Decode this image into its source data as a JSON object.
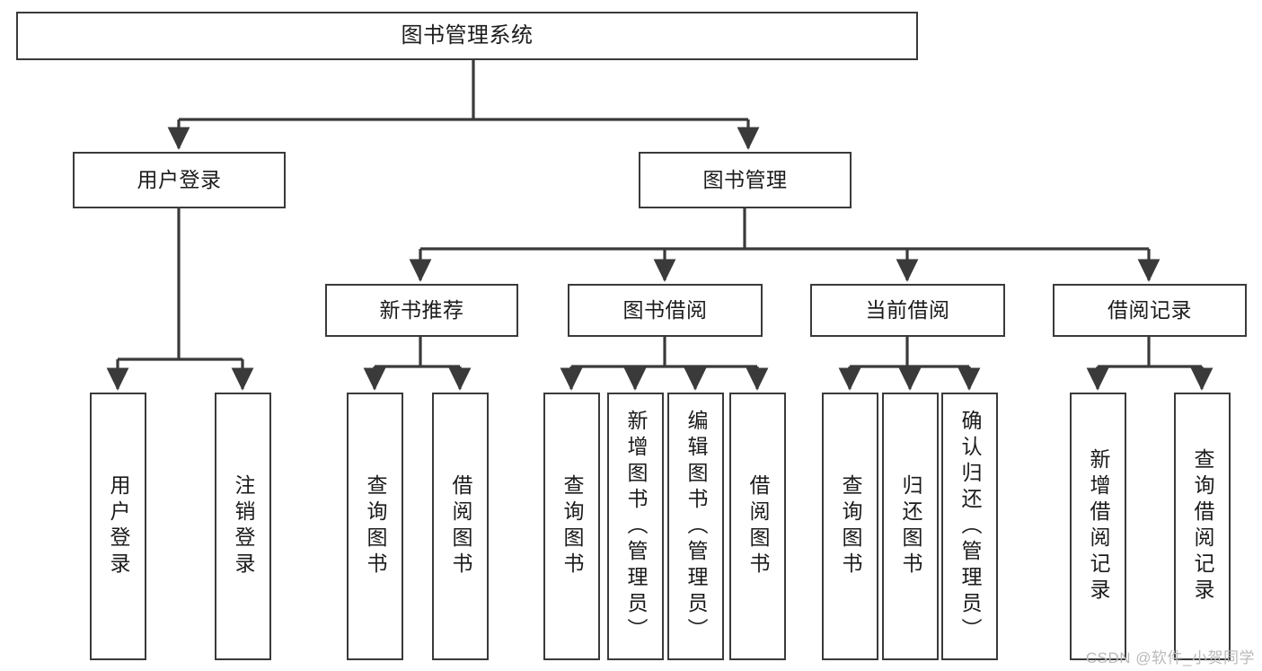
{
  "diagram": {
    "title_text": "图书管理系统",
    "type": "tree-hierarchy-chart",
    "colors": {
      "box_border": "#3a3a3a",
      "box_fill": "#ffffff",
      "connector": "#3a3a3a",
      "text": "#1b1b1b",
      "watermark": "#b9b9b9"
    }
  },
  "nodes": {
    "root": {
      "label": "图书管理系统"
    },
    "level2": [
      {
        "id": "user-login",
        "label": "用户登录"
      },
      {
        "id": "book-management",
        "label": "图书管理"
      }
    ],
    "level3": [
      {
        "id": "new-book-recommend",
        "label": "新书推荐"
      },
      {
        "id": "book-borrow",
        "label": "图书借阅"
      },
      {
        "id": "current-borrow",
        "label": "当前借阅"
      },
      {
        "id": "borrow-record",
        "label": "借阅记录"
      }
    ],
    "leaves": {
      "user_login": [
        {
          "id": "leaf-user-login",
          "label": "用户登录"
        },
        {
          "id": "leaf-user-logout",
          "label": "注销登录"
        }
      ],
      "new_book_recommend": [
        {
          "id": "leaf-query-book-1",
          "label": "查询图书"
        },
        {
          "id": "leaf-borrow-book-1",
          "label": "借阅图书"
        }
      ],
      "book_borrow": [
        {
          "id": "leaf-query-book-2",
          "label": "查询图书"
        },
        {
          "id": "leaf-add-book",
          "label": "新增图书（管理员）"
        },
        {
          "id": "leaf-edit-book",
          "label": "编辑图书（管理员）"
        },
        {
          "id": "leaf-borrow-book-2",
          "label": "借阅图书"
        }
      ],
      "current_borrow": [
        {
          "id": "leaf-query-book-3",
          "label": "查询图书"
        },
        {
          "id": "leaf-return-book",
          "label": "归还图书"
        },
        {
          "id": "leaf-confirm-return",
          "label": "确认归还（管理员）"
        }
      ],
      "borrow_record": [
        {
          "id": "leaf-add-borrow-record",
          "label": "新增借阅记录"
        },
        {
          "id": "leaf-query-borrow-record",
          "label": "查询借阅记录"
        }
      ]
    }
  },
  "watermark": {
    "text": "CSDN @软件_小贺同学"
  }
}
